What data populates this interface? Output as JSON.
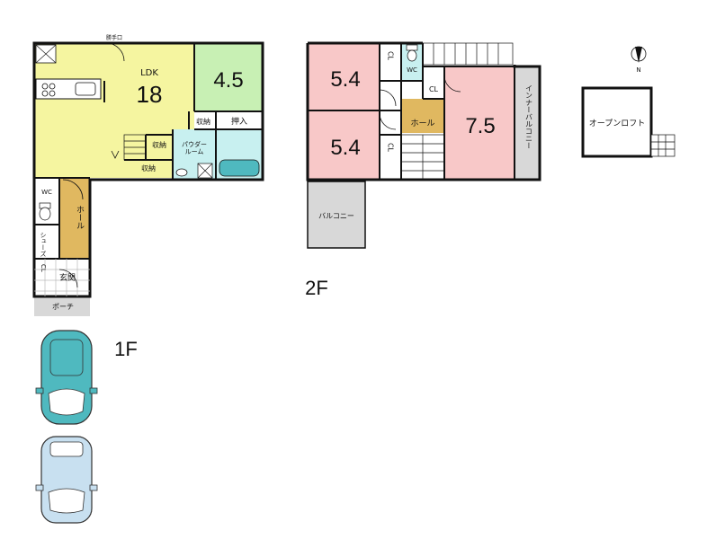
{
  "floor1": {
    "floor_label": "1F",
    "ldk_label": "LDK",
    "ldk_size": "18",
    "washitsu_size": "4.5",
    "oshiire": "押入",
    "storage": "収納",
    "powder_room": "パウダー\nルーム",
    "wc": "WC",
    "hall": "ホール",
    "shoes_cl": "シューズ\nCL",
    "entrance": "玄関",
    "porch": "ポーチ",
    "back_door": "勝手口"
  },
  "floor2": {
    "floor_label": "2F",
    "bedroom1_size": "5.4",
    "bedroom2_size": "5.4",
    "bedroom3_size": "7.5",
    "cl": "CL",
    "wc": "WC",
    "hall": "ホール",
    "inner_balcony": "インナーバルコニー",
    "balcony": "バルコニー"
  },
  "loft": {
    "label": "オープンロフト"
  },
  "compass": {
    "north": "N"
  },
  "colors": {
    "ldk": "#f5f5a0",
    "washitsu": "#c8f0b4",
    "bath": "#c8f0f0",
    "hall": "#e0b860",
    "bedroom": "#f8c8c8",
    "gray": "#d8d8d8",
    "car1": "#4fb9bf",
    "car2": "#c8e0f0",
    "wall": "#111111"
  }
}
